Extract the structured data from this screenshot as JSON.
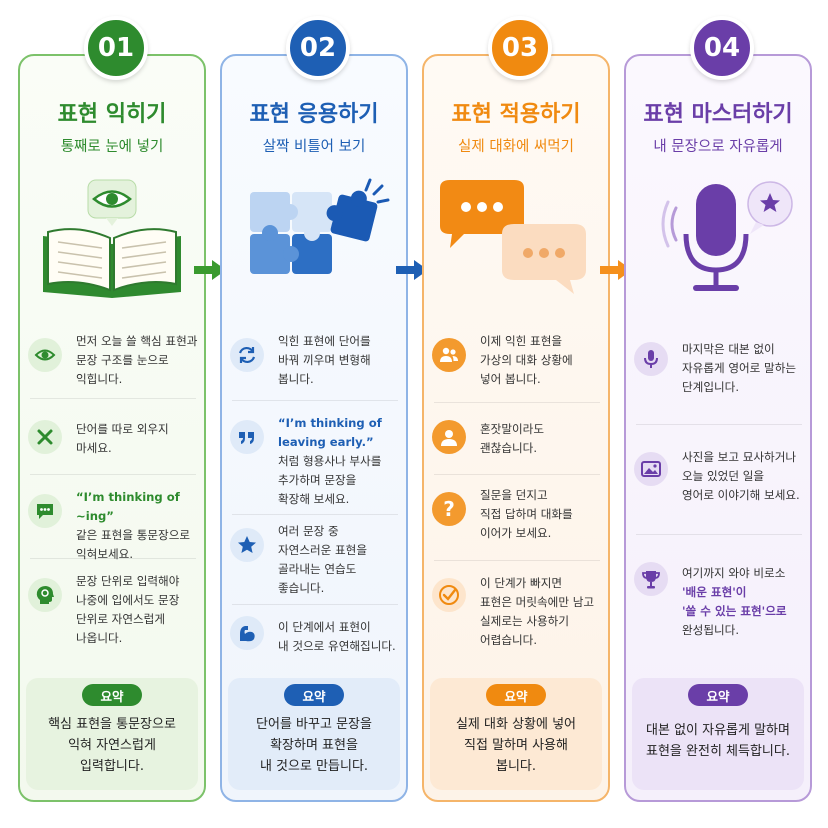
{
  "columns": [
    {
      "number": "01",
      "title": "표현 익히기",
      "subtitle": "통째로 눈에 넣기",
      "accent": "#2e8b2e",
      "pale": "#eef6e8",
      "rows": [
        {
          "icon": "eye-icon",
          "lines": [
            "먼저 오늘 쓸 핵심 표현과",
            "문장 구조를 눈으로",
            "익힙니다."
          ]
        },
        {
          "icon": "close-icon",
          "lines": [
            "단어를 따로 외우지",
            "마세요."
          ]
        },
        {
          "icon": "chat-bubble-icon",
          "highlight": "“I’m thinking of ~ing”",
          "lines": [
            "같은 표현을 통문장으로",
            "익혀보세요."
          ]
        },
        {
          "icon": "brain-head-icon",
          "lines": [
            "문장 단위로 입력해야",
            "나중에 입에서도 문장",
            "단위로 자연스럽게",
            "나옵니다."
          ]
        }
      ],
      "summary_label": "요약",
      "summary_lines": [
        "핵심 표현을 통문장으로",
        "익혀 자연스럽게",
        "입력합니다."
      ]
    },
    {
      "number": "02",
      "title": "표현 응용하기",
      "subtitle": "살짝 비틀어 보기",
      "accent": "#1e5fb4",
      "pale": "#eaf1fb",
      "rows": [
        {
          "icon": "refresh-icon",
          "lines": [
            "익힌 표현에 단어를",
            "바꿔 끼우며 변형해",
            "봅니다."
          ]
        },
        {
          "icon": "quote-icon",
          "highlight_lines": [
            "“I’m thinking of",
            "leaving early.”"
          ],
          "lines": [
            "처럼 형용사나 부사를",
            "추가하며 문장을",
            "확장해 보세요."
          ]
        },
        {
          "icon": "star-icon",
          "lines": [
            "여러 문장 중",
            "자연스러운 표현을",
            "골라내는 연습도",
            "좋습니다."
          ]
        },
        {
          "icon": "muscle-arm-icon",
          "lines": [
            "이 단계에서 표현이",
            "내 것으로 유연해집니다."
          ]
        }
      ],
      "summary_label": "요약",
      "summary_lines": [
        "단어를 바꾸고 문장을",
        "확장하며 표현을",
        "내 것으로 만듭니다."
      ]
    },
    {
      "number": "03",
      "title": "표현 적용하기",
      "subtitle": "실제 대화에 써먹기",
      "accent": "#f08a10",
      "pale": "#fdf1e4",
      "rows": [
        {
          "icon": "people-icon",
          "lines": [
            "이제 익힌 표현을",
            "가상의 대화 상황에",
            "넣어 봅니다."
          ]
        },
        {
          "icon": "person-icon",
          "lines": [
            "혼잣말이라도",
            "괜찮습니다."
          ]
        },
        {
          "icon": "question-icon",
          "lines": [
            "질문을 던지고",
            "직접 답하며 대화를",
            "이어가 보세요."
          ]
        },
        {
          "icon": "check-circle-icon",
          "lines": [
            "이 단계가 빠지면",
            "표현은 머릿속에만 남고",
            "실제로는 사용하기",
            "어렵습니다."
          ]
        }
      ],
      "summary_label": "요약",
      "summary_lines": [
        "실제 대화 상황에 넣어",
        "직접 말하며 사용해",
        "봅니다."
      ]
    },
    {
      "number": "04",
      "title": "표현 마스터하기",
      "subtitle": "내 문장으로 자유롭게",
      "accent": "#6a3ea8",
      "pale": "#f2ecfa",
      "rows": [
        {
          "icon": "microphone-icon",
          "lines": [
            "마지막은 대본 없이",
            "자유롭게 영어로 말하는",
            "단계입니다."
          ]
        },
        {
          "icon": "image-icon",
          "lines": [
            "사진을 보고 묘사하거나",
            "오늘 있었던 일을",
            "영어로 이야기해 보세요."
          ]
        },
        {
          "icon": "trophy-icon",
          "lines": [
            "여기까지 와야 비로소",
            "'배운 표현'이",
            "'쓸 수 있는 표현'으로",
            "완성됩니다."
          ]
        }
      ],
      "summary_label": "요약",
      "summary_lines": [
        "대본 없이 자유롭게 말하며",
        "표현을 완전히 체득합니다."
      ]
    }
  ]
}
